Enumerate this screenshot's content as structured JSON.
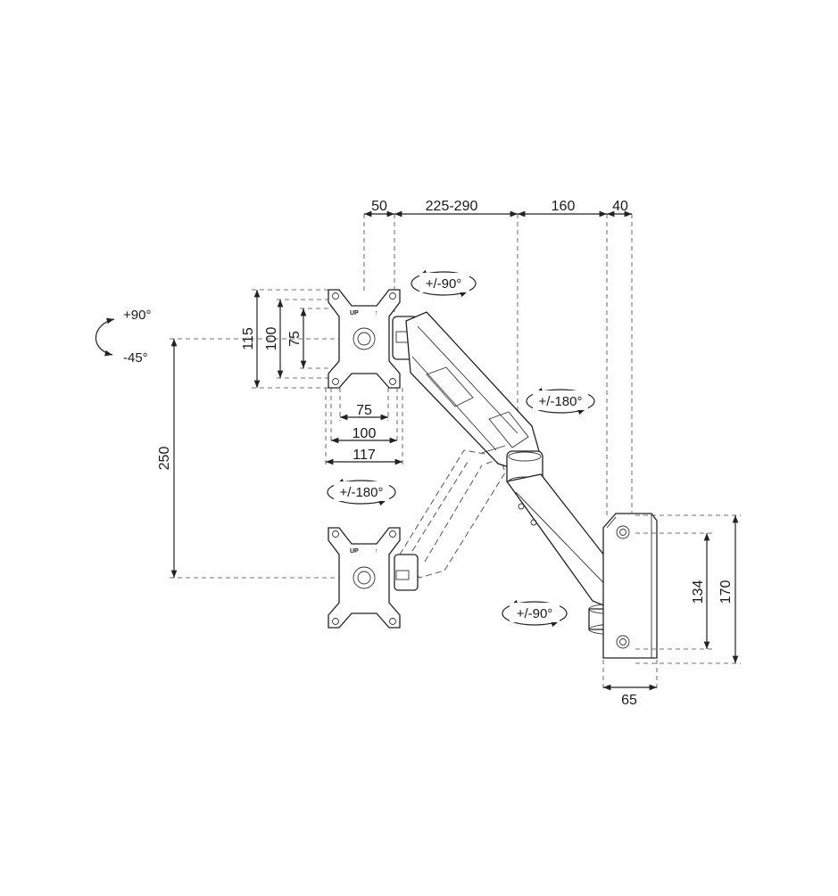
{
  "diagram": {
    "top_dimensions": [
      "50",
      "225-290",
      "160",
      "40"
    ],
    "vesa_dimensions": {
      "vertical": [
        "115",
        "100",
        "75"
      ],
      "horizontal": [
        "75",
        "100",
        "117"
      ]
    },
    "vertical_travel": "250",
    "wall_plate": {
      "height_outer": "170",
      "height_holes": "134",
      "width": "65"
    },
    "rotations": {
      "tilt_up": "+90°",
      "tilt_down": "-45°",
      "head_swivel": "+/-90°",
      "arm_swivel": "+/-180°",
      "vesa_rotation": "+/-180°",
      "base_swivel": "+/-90°"
    },
    "plate_marks": [
      "UP",
      "↑"
    ]
  }
}
